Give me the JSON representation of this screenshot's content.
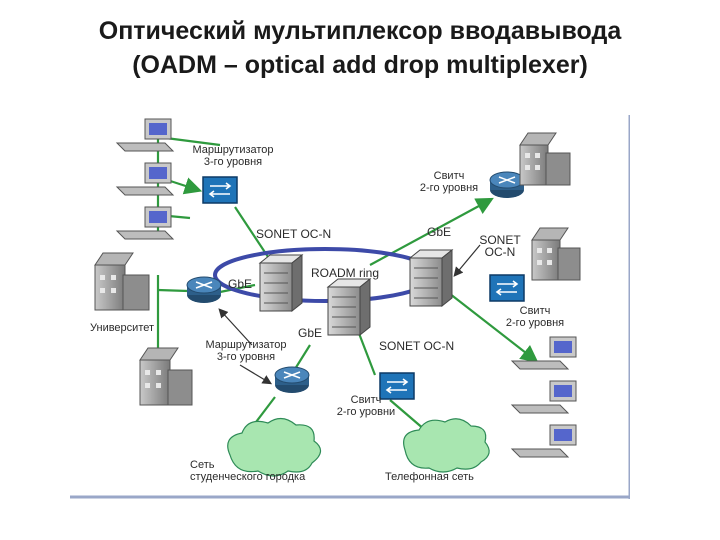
{
  "title": {
    "line1": "Оптический мультиплексор вводавывода",
    "line2": "(OADM – optical add  drop multiplexer)"
  },
  "labels": {
    "router_l3_top": [
      "Маршрутизатор",
      "3-го уровня"
    ],
    "switch_l2_top": [
      "Свитч",
      "2-го уровня"
    ],
    "sonet_ocn_left": "SONET OC-N",
    "gbe_top": "GbE",
    "sonet_ocn_right_top": [
      "SONET",
      "OC-N"
    ],
    "roadm_ring": "ROADM ring",
    "gbe_left": "GbE",
    "switch_l2_right": [
      "Свитч",
      "2-го уровня"
    ],
    "university": "Университет",
    "gbe_center": "GbE",
    "router_l3_mid": [
      "Маршрутизатор",
      "3-го уровня"
    ],
    "sonet_ocn_bottom": "SONET OC-N",
    "switch_l2_bottom": [
      "Свитч",
      "2-го уровни"
    ],
    "campus_network": [
      "Сеть",
      "студенческого городка"
    ],
    "phone_network": "Телефонная сеть"
  },
  "colors": {
    "link": "#2f9a3e",
    "ring": "#3d4aa8",
    "switch_box": "#1f74b8",
    "router": "#2d5f8a",
    "cloud": "#a8e6b0",
    "building": "#8a8a8a"
  }
}
